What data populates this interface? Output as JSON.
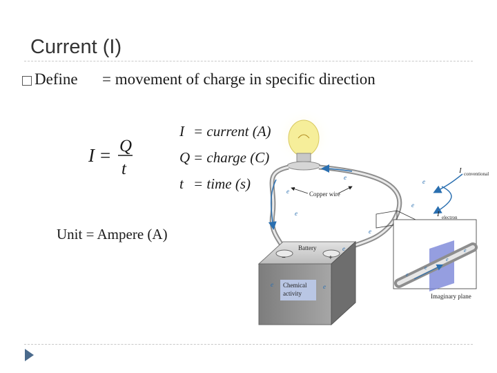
{
  "slide": {
    "title": "Current (I)",
    "bullet": {
      "label": "Define",
      "text": "=  movement of charge in specific direction"
    },
    "formula": {
      "lhs": "I",
      "eq": "=",
      "numerator": "Q",
      "denominator": "t"
    },
    "legend": [
      {
        "symbol": "I",
        "text": "= current (A)"
      },
      {
        "symbol": "Q",
        "text": "= charge (C)"
      },
      {
        "symbol": "t",
        "text": "= time (s)"
      }
    ],
    "unit": "Unit = Ampere (A)"
  },
  "figure": {
    "copper_wire": "Copper wire",
    "battery": "Battery",
    "chemical_activity_1": "Chemical",
    "chemical_activity_2": "activity",
    "i_conventional_sub": "conventional",
    "i_electron_sub": "electron",
    "i_symbol": "I",
    "imaginary_plane": "Imaginary plane",
    "electron_label": "e",
    "plus": "+",
    "minus": "−"
  },
  "colors": {
    "arrow_blue": "#2a6fb0",
    "battery_body": "#8a8a8a",
    "bulb_glow": "#f6ee9a",
    "plane_blue": "#7a86d8"
  }
}
